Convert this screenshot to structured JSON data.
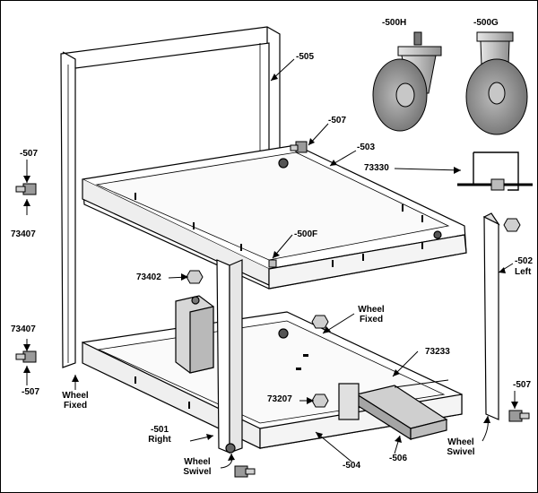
{
  "labels": {
    "p505": "-505",
    "p500h": "-500H",
    "p500g": "-500G",
    "p507_top": "-507",
    "p503": "-503",
    "p73330": "73330",
    "p507_left": "-507",
    "p73407_top": "73407",
    "p500f": "-500F",
    "p502": "-502",
    "p502_side": "Left",
    "p73402": "73402",
    "wheel_fixed_center_1": "Wheel",
    "wheel_fixed_center_2": "Fixed",
    "p73407_bottom": "73407",
    "p507_bottom_left": "-507",
    "p73233": "73233",
    "wheel_fixed_left_1": "Wheel",
    "wheel_fixed_left_2": "Fixed",
    "p73207": "73207",
    "p507_right": "-507",
    "p501": "-501",
    "p501_side": "Right",
    "wheel_swivel_right_1": "Wheel",
    "wheel_swivel_right_2": "Swivel",
    "wheel_swivel_left_1": "Wheel",
    "wheel_swivel_left_2": "Swivel",
    "p504": "-504",
    "p506": "-506"
  },
  "colors": {
    "line": "#000000",
    "panel": "#ffffff",
    "shade": "#d9d9d9",
    "dark": "#8c8c8c",
    "wheel": "#9a9a9a"
  }
}
